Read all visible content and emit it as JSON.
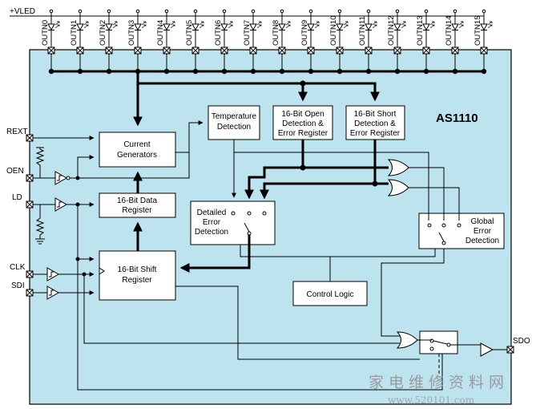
{
  "supply_label": "+VLED",
  "chip_name": "AS1110",
  "outputs": [
    "OUTN0",
    "OUTN1",
    "OUTN2",
    "OUTN3",
    "OUTN4",
    "OUTN5",
    "OUTN6",
    "OUTN7",
    "OUTN8",
    "OUTN9",
    "OUTN10",
    "OUTN11",
    "OUTN12",
    "OUTN13",
    "OUTN14",
    "OUTN15"
  ],
  "pins": {
    "rext": "REXT",
    "oen": "OEN",
    "ld": "LD",
    "clk": "CLK",
    "sdi": "SDI",
    "sdo": "SDO"
  },
  "blocks": {
    "current_gen": [
      "Current",
      "Generators"
    ],
    "temp": [
      "Temperature",
      "Detection"
    ],
    "open": [
      "16-Bit Open",
      "Detection &",
      "Error Register"
    ],
    "short": [
      "16-Bit Short",
      "Detection &",
      "Error Register"
    ],
    "data_reg": [
      "16-Bit Data",
      "Register"
    ],
    "detailed": [
      "Detailed",
      "Error",
      "Detection"
    ],
    "global": [
      "Global",
      "Error",
      "Detection"
    ],
    "shift_reg": [
      "16-Bit Shift",
      "Register"
    ],
    "control": "Control Logic"
  },
  "watermark": {
    "chars": "家电维修资料网",
    "url": "www.520101.com"
  }
}
